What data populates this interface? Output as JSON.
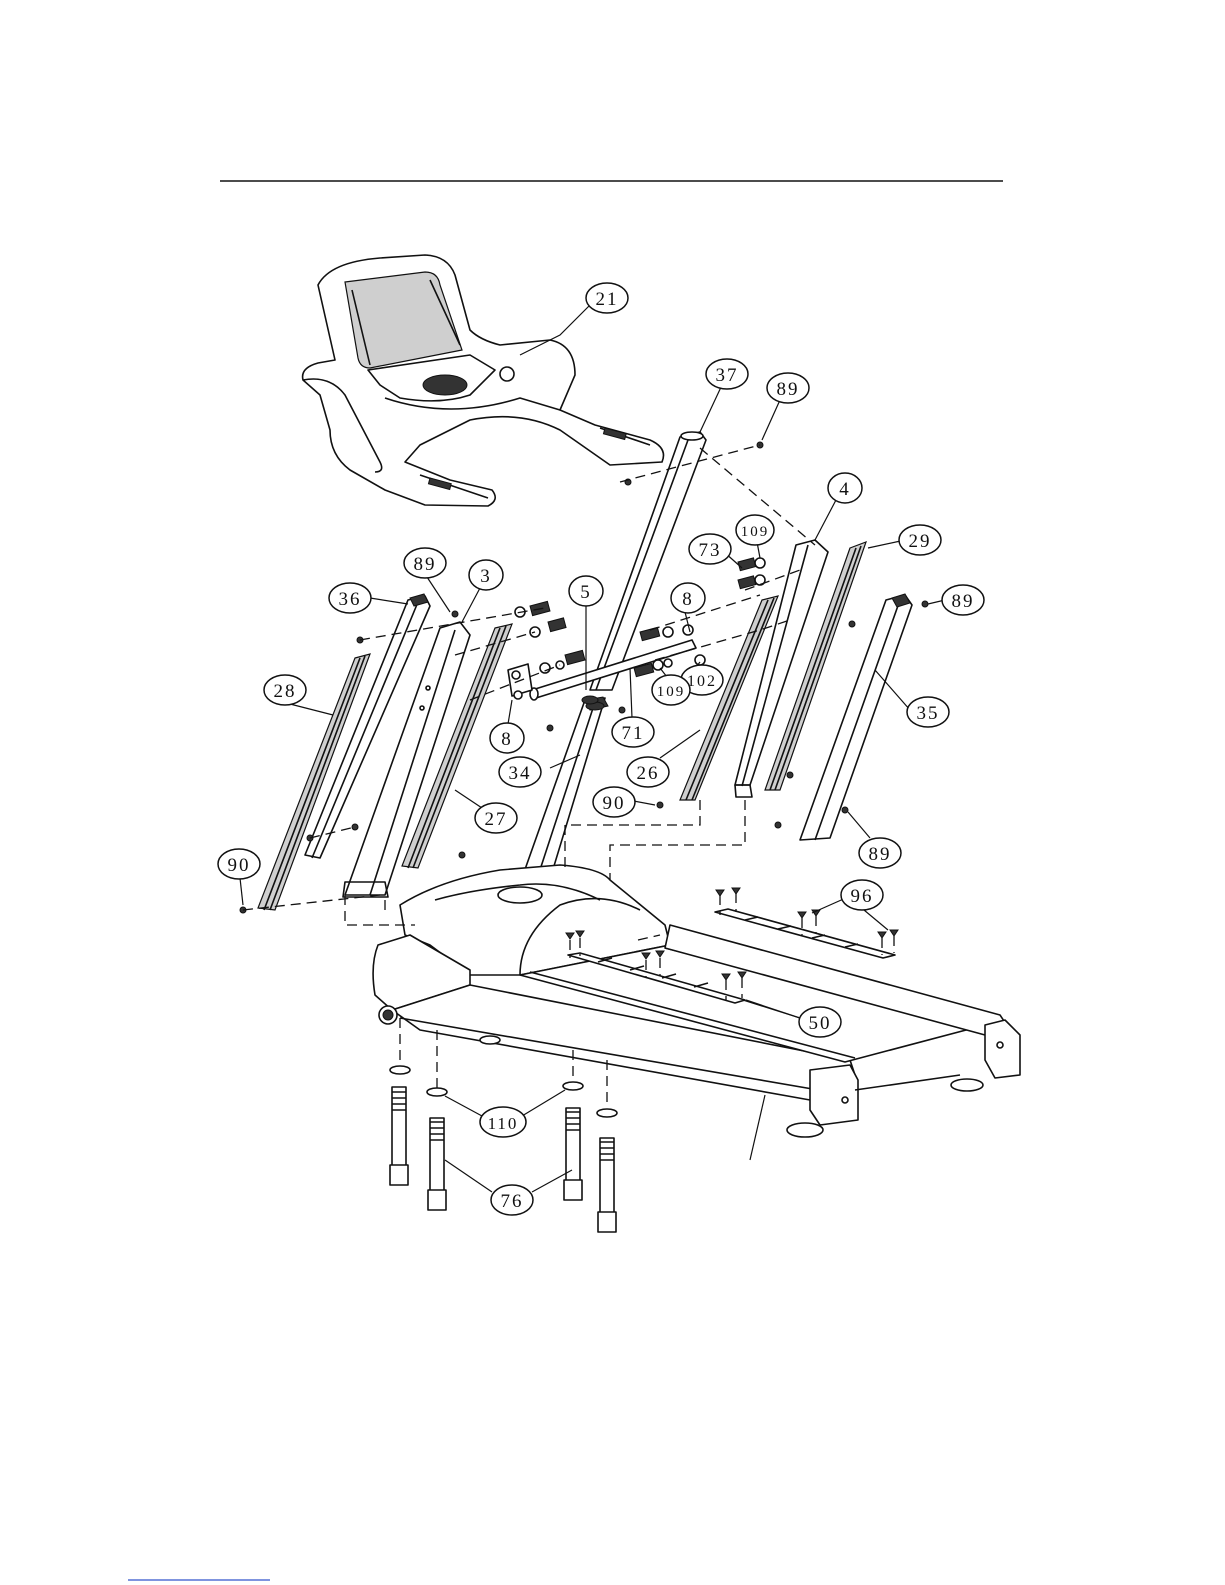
{
  "callouts": [
    {
      "id": "c21",
      "label": "21"
    },
    {
      "id": "c37",
      "label": "37"
    },
    {
      "id": "c89a",
      "label": "89"
    },
    {
      "id": "c4",
      "label": "4"
    },
    {
      "id": "c109a",
      "label": "109"
    },
    {
      "id": "c29",
      "label": "29"
    },
    {
      "id": "c73",
      "label": "73"
    },
    {
      "id": "c89b",
      "label": "89"
    },
    {
      "id": "c3",
      "label": "3"
    },
    {
      "id": "c36",
      "label": "36"
    },
    {
      "id": "c5",
      "label": "5"
    },
    {
      "id": "c8a",
      "label": "8"
    },
    {
      "id": "c89c",
      "label": "89"
    },
    {
      "id": "c28",
      "label": "28"
    },
    {
      "id": "c102",
      "label": "102"
    },
    {
      "id": "c35",
      "label": "35"
    },
    {
      "id": "c8b",
      "label": "8"
    },
    {
      "id": "c71",
      "label": "71"
    },
    {
      "id": "c109b",
      "label": "109"
    },
    {
      "id": "c34",
      "label": "34"
    },
    {
      "id": "c26",
      "label": "26"
    },
    {
      "id": "c90a",
      "label": "90"
    },
    {
      "id": "c27",
      "label": "27"
    },
    {
      "id": "c89d",
      "label": "89"
    },
    {
      "id": "c90b",
      "label": "90"
    },
    {
      "id": "c96",
      "label": "96"
    },
    {
      "id": "c50",
      "label": "50"
    },
    {
      "id": "c110",
      "label": "110"
    },
    {
      "id": "c76",
      "label": "76"
    }
  ]
}
